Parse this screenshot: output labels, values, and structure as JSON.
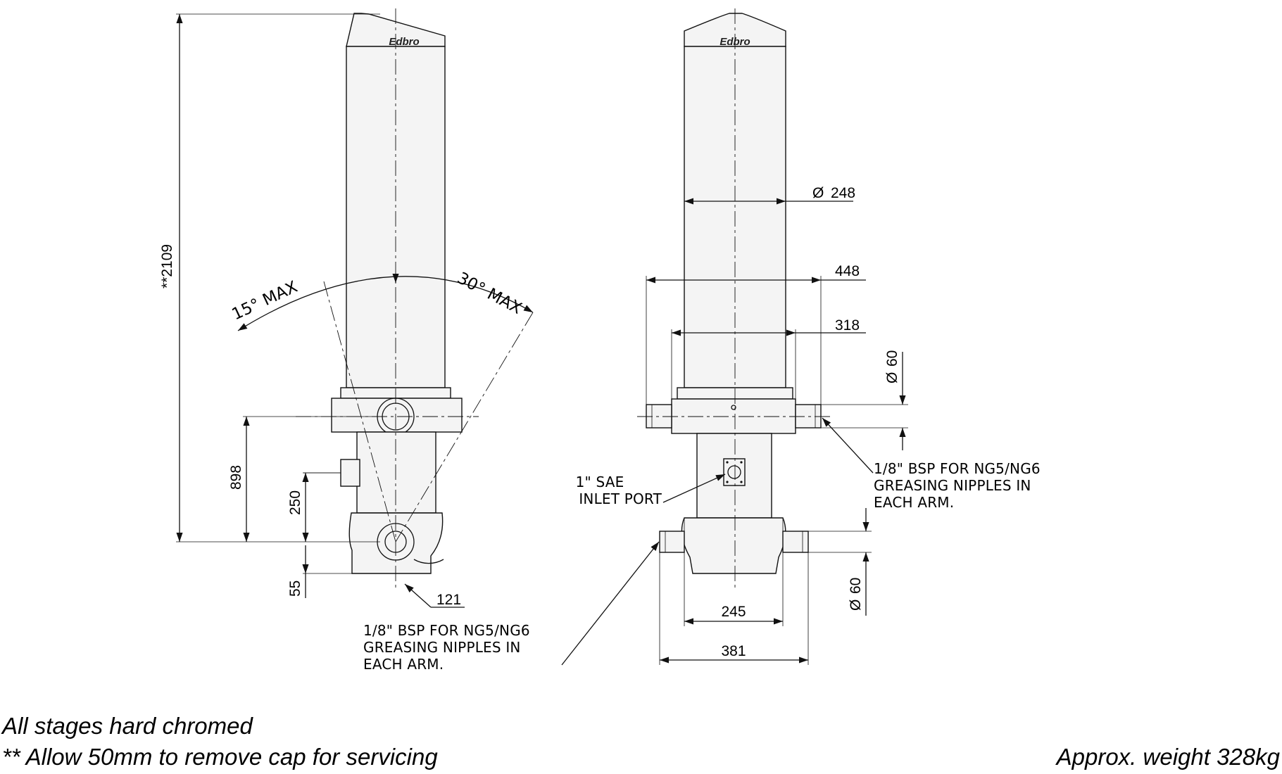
{
  "brand": {
    "logo_text": "Edbro"
  },
  "dimensions": {
    "total_height": "**2109",
    "trunnion_height": "898",
    "port_offset": "250",
    "base_offset": "55",
    "bottom_radius": "121",
    "tube_diameter": "248",
    "upper_trunnion_width": "448",
    "collar_width": "318",
    "upper_pin_diameter": "60",
    "lower_pin_diameter": "60",
    "lower_body_width": "245",
    "lower_trunnion_width": "381",
    "diameter_symbol": "Ø"
  },
  "angles": {
    "left": "15° MAX",
    "right": "30° MAX"
  },
  "notes": {
    "left_greasing": [
      "1/8\" BSP FOR NG5/NG6",
      "GREASING NIPPLES IN",
      "EACH ARM."
    ],
    "right_greasing": [
      "1/8\" BSP FOR NG5/NG6",
      "GREASING NIPPLES IN",
      "EACH ARM."
    ],
    "inlet_port": [
      "1\" SAE",
      "INLET PORT"
    ]
  },
  "footer": {
    "line1": "All stages hard chromed",
    "line2": "** Allow 50mm to remove cap for servicing",
    "weight": "Approx. weight 328kg"
  }
}
